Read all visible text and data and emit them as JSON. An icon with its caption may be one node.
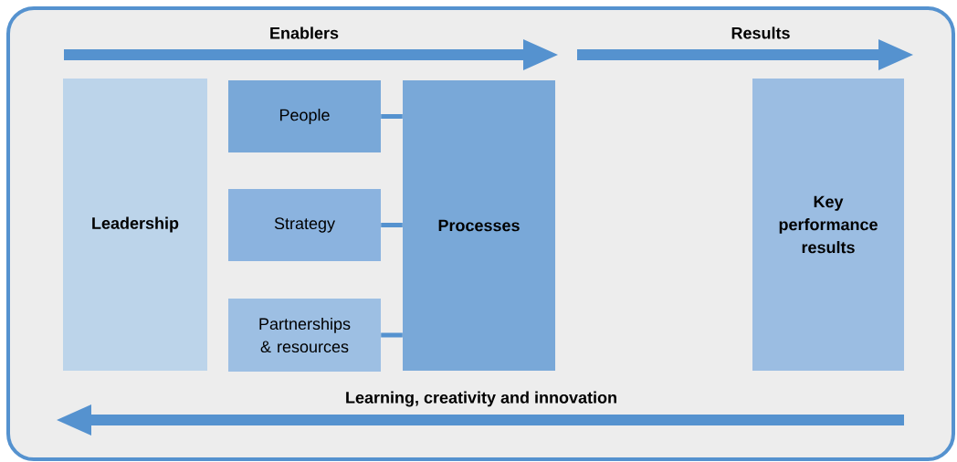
{
  "diagram": {
    "nodes": [
      {
        "text": [
          "Leadership"
        ]
      },
      {
        "text": [
          "People"
        ]
      },
      {
        "text": [
          "Strategy"
        ]
      },
      {
        "text": [
          "Partnerships & resources"
        ]
      },
      {
        "text": [
          "Processes"
        ]
      },
      {
        "text": [
          "Key performance results"
        ]
      }
    ],
    "edges": [
      {
        "from": 1,
        "to": 4,
        "arrow": "none"
      },
      {
        "from": 2,
        "to": 4,
        "arrow": "none"
      },
      {
        "from": 3,
        "to": 4,
        "arrow": "none"
      }
    ],
    "labels": [
      "Enablers",
      "Results",
      "Learning, creativity and innovation"
    ]
  }
}
